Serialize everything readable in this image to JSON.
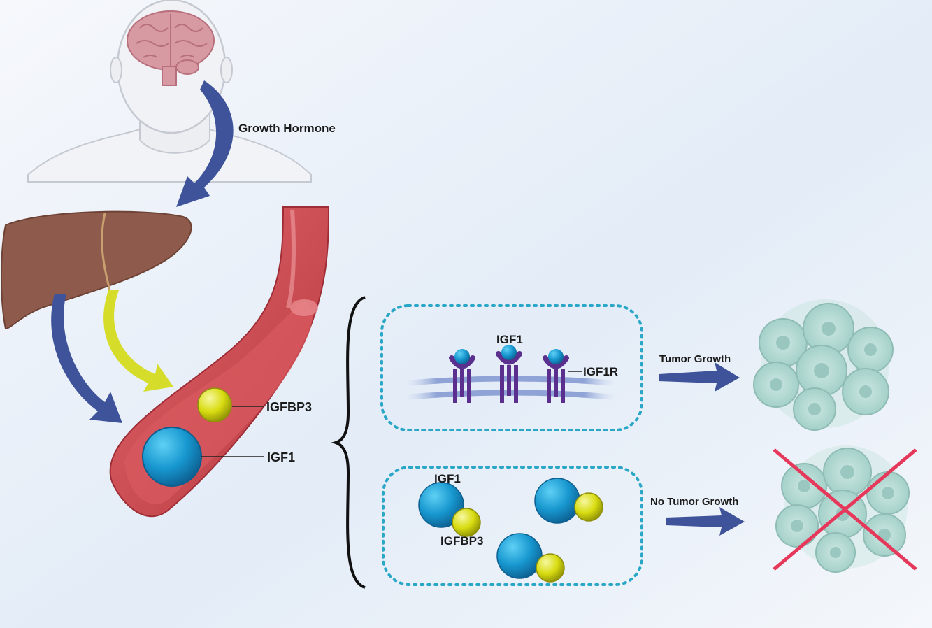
{
  "labels": {
    "growth_hormone": "Growth Hormone",
    "igfbp3_vessel": "IGFBP3",
    "igf1_vessel": "IGF1",
    "igf1_receptor_panel": "IGF1",
    "igf1r": "IGF1R",
    "tumor_growth": "Tumor Growth",
    "igf1_bound_panel": "IGF1",
    "igfbp3_bound_panel": "IGFBP3",
    "no_tumor_growth": "No Tumor Growth"
  },
  "colors": {
    "arrow_blue": "#3f539a",
    "arrow_yellow": "#d6dc2a",
    "igf1_blue": "#1797cf",
    "igfbp3_yellow": "#d8dc10",
    "receptor_purple": "#5a2f8e",
    "vessel_red": "#c9474e",
    "liver_brown": "#8e5a4c",
    "dotted_border": "#2aa7c7",
    "cross_red": "#e5385a",
    "tumor_cell": "#a8d4cc"
  },
  "icons": [
    "head-brain-icon",
    "liver-icon",
    "blood-vessel-icon",
    "cell-membrane-icon",
    "tumor-cell-cluster-icon",
    "cross-mark-icon"
  ]
}
